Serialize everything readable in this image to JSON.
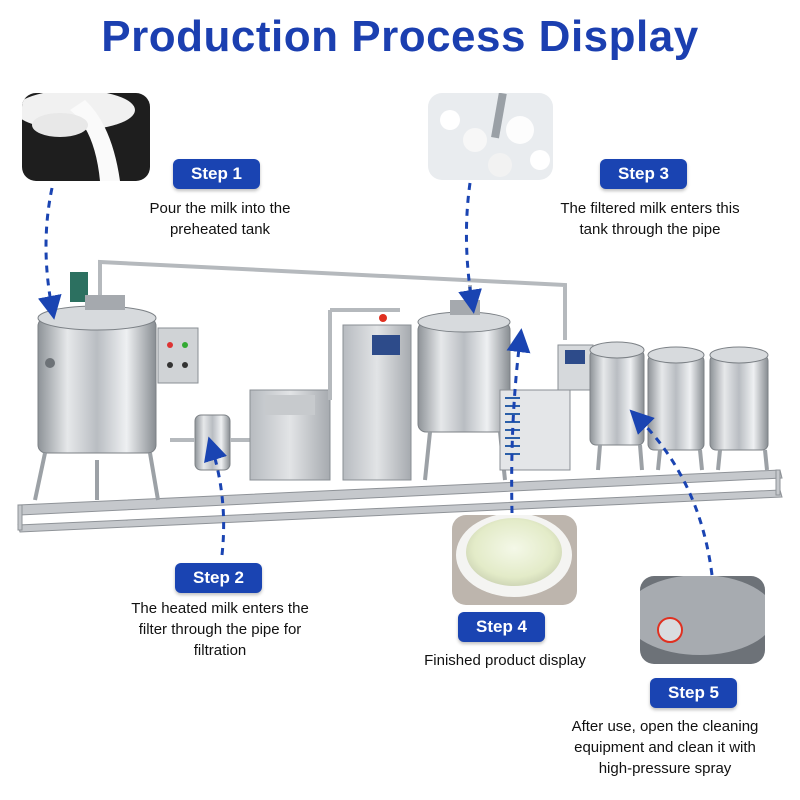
{
  "title": "Production Process Display",
  "steps": [
    {
      "label": "Step 1",
      "text_lines": [
        "Pour the milk into the",
        "preheated tank"
      ]
    },
    {
      "label": "Step 2",
      "text_lines": [
        "The heated milk enters the",
        "filter through the pipe for",
        "filtration"
      ]
    },
    {
      "label": "Step 3",
      "text_lines": [
        "The filtered milk enters this",
        "tank through the pipe"
      ]
    },
    {
      "label": "Step 4",
      "text_lines": [
        "Finished product display"
      ]
    },
    {
      "label": "Step 5",
      "text_lines": [
        "After use, open the cleaning",
        "equipment and clean it with",
        "high-pressure spray"
      ]
    }
  ],
  "colors": {
    "accent": "#1a44b2",
    "title": "#1b3fb0",
    "steel": "#c9ccd0"
  }
}
